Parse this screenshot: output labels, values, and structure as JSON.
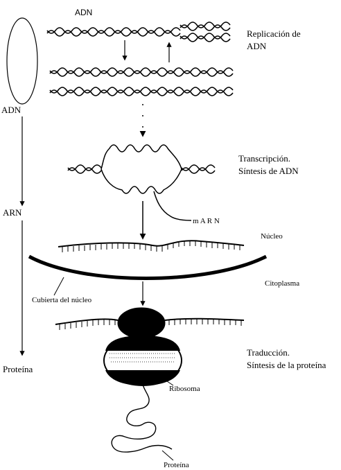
{
  "labels": {
    "adn_top": "ADN",
    "adn_left": "ADN",
    "arn_left": "ARN",
    "proteina_left": "Proteína",
    "replicacion": [
      "Replicación de",
      "ADN"
    ],
    "transcripcion": [
      "Transcripción.",
      "Síntesis de ADN"
    ],
    "marn": "m A R N",
    "nucleo": "Núcleo",
    "citoplasma": "Citoplasma",
    "cubierta": "Cubierta del núcleo",
    "traduccion": [
      "Traducción.",
      "Síntesis de la proteína"
    ],
    "ribosoma": "Ribosoma",
    "proteina_bottom": "Proteína"
  }
}
